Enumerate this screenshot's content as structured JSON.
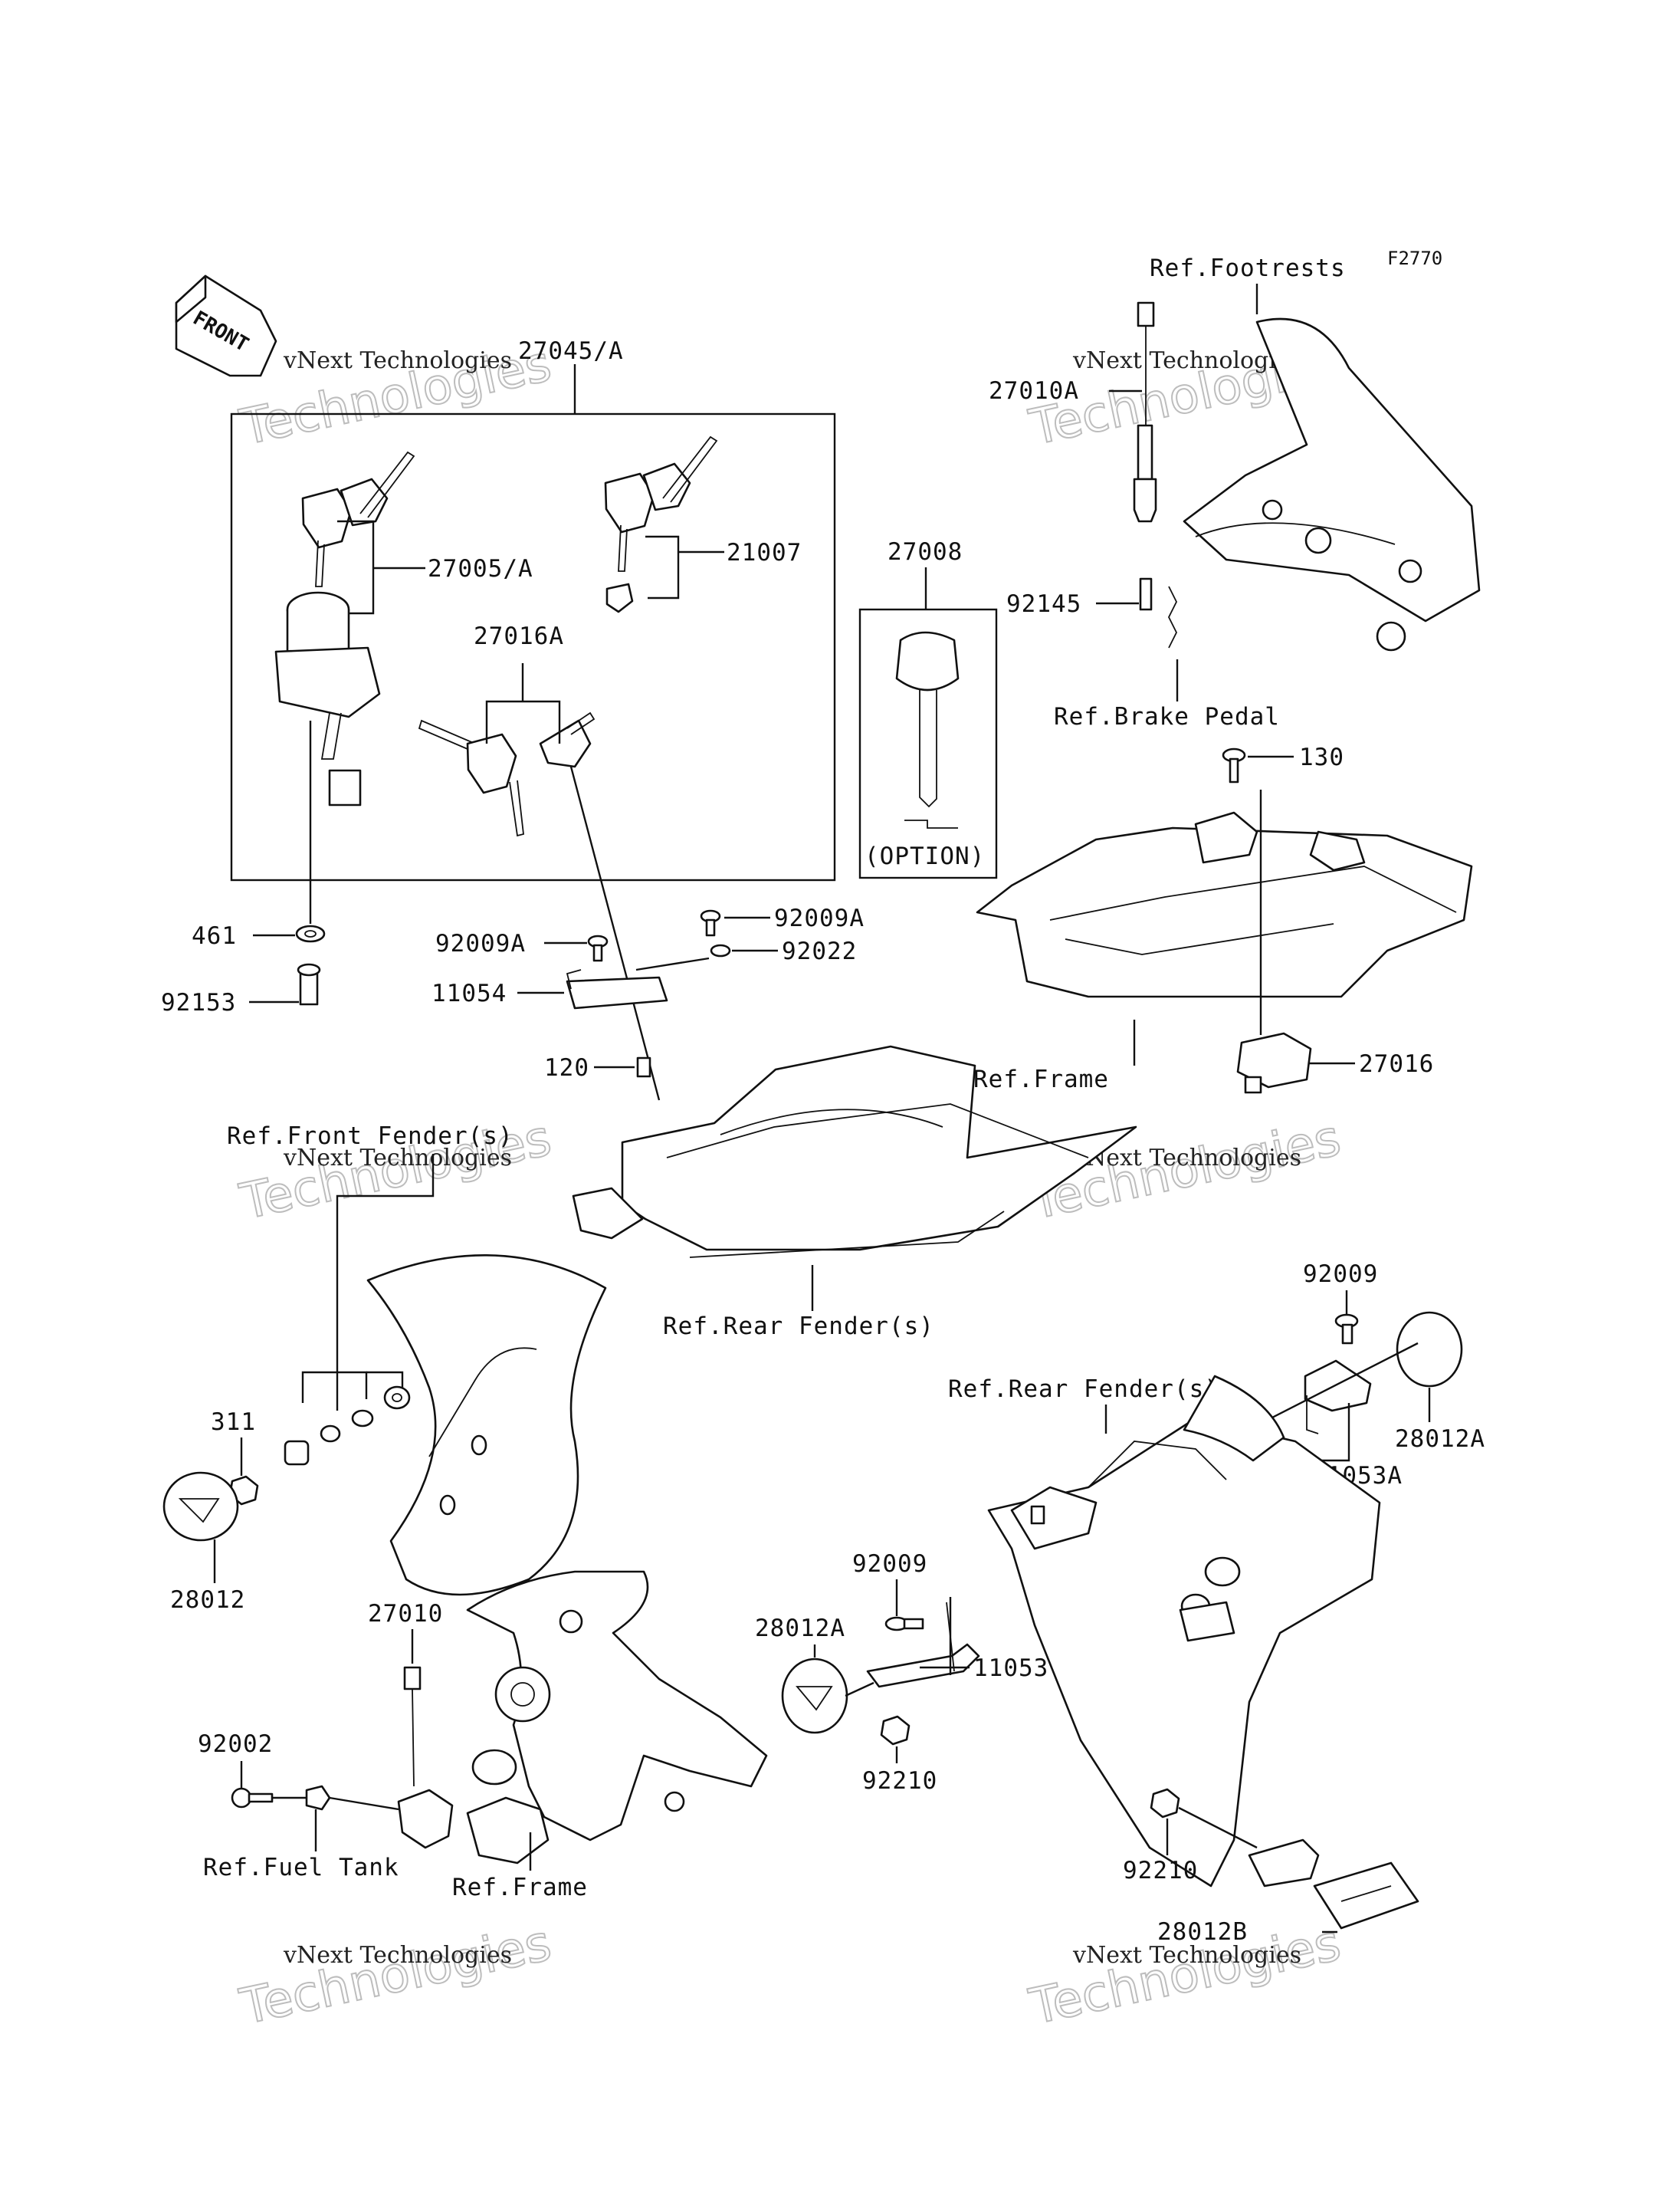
{
  "figure_code": "F2770",
  "front_label": "FRONT",
  "watermark": {
    "line1": "vNext Technologies",
    "line2": "Technologies"
  },
  "labels": {
    "ref_footrests": "Ref.Footrests",
    "p27045A": "27045/A",
    "p27010A": "27010A",
    "p27005A": "27005/A",
    "p21007": "21007",
    "p27008": "27008",
    "p92145": "92145",
    "p27016A": "27016A",
    "option": "(OPTION)",
    "ref_brake_pedal": "Ref.Brake Pedal",
    "p130": "130",
    "p92009A_r": "92009A",
    "p461": "461",
    "p92009A_l": "92009A",
    "p92022": "92022",
    "p92153": "92153",
    "p11054": "11054",
    "p120": "120",
    "ref_frame_top": "Ref.Frame",
    "p27016": "27016",
    "ref_front_fender": "Ref.Front Fender(s)",
    "ref_rear_fender_mid": "Ref.Rear Fender(s)",
    "p92009_r": "92009",
    "ref_rear_fender_low": "Ref.Rear Fender(s)",
    "p311": "311",
    "p28012A_r": "28012A",
    "p11053A": "11053A",
    "p92210_r": "92210",
    "p28012": "28012",
    "p92009_m": "92009",
    "p28012A_l": "28012A",
    "p27010": "27010",
    "p11053": "11053",
    "p92002": "92002",
    "p92210_m": "92210",
    "ref_fuel_tank": "Ref.Fuel Tank",
    "ref_frame_low": "Ref.Frame",
    "p92210_b": "92210",
    "p28012B": "28012B"
  }
}
